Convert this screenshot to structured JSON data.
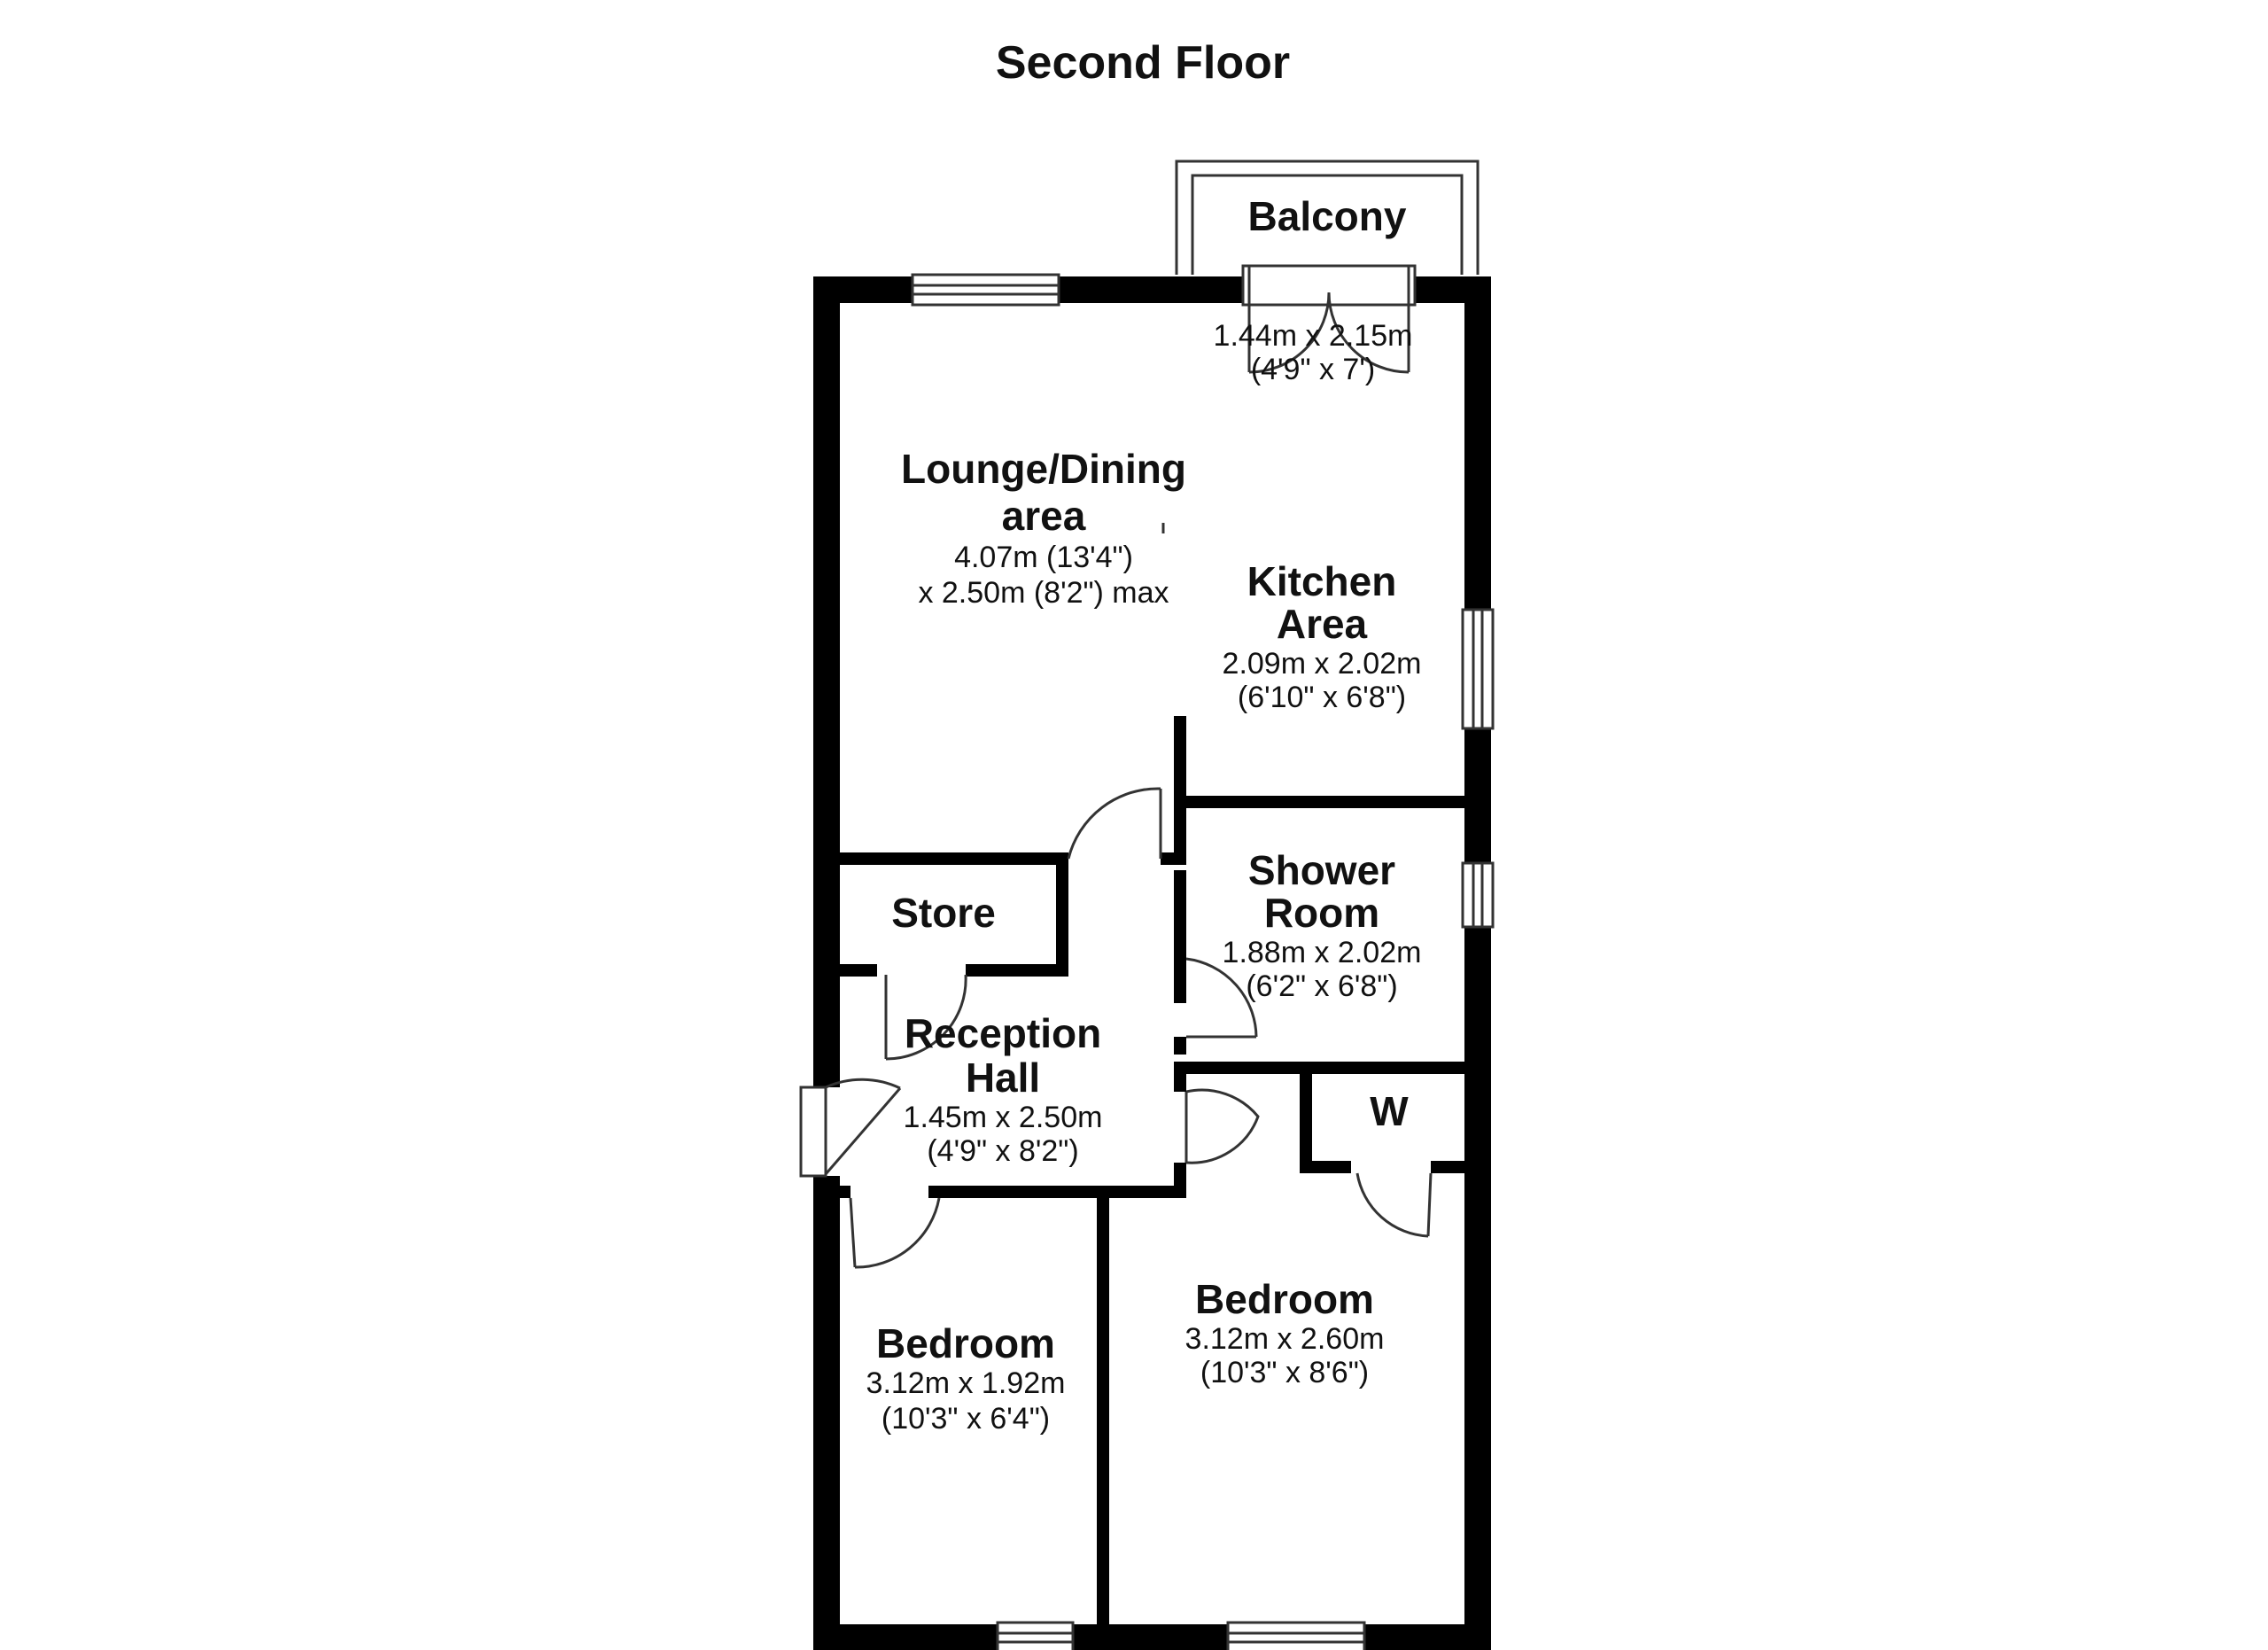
{
  "floor_title": "Second Floor",
  "colors": {
    "wall": "#000000",
    "background": "#ffffff",
    "fixture_line": "#333333"
  },
  "rooms": {
    "balcony": {
      "name": "Balcony",
      "dim_1": "1.44m x 2.15m",
      "dim_2": "(4'9\" x 7')"
    },
    "lounge": {
      "name_1": "Lounge/Dining",
      "name_2": "area",
      "dim_1": "4.07m (13'4\")",
      "dim_2": "x 2.50m (8'2\") max"
    },
    "kitchen": {
      "name_1": "Kitchen",
      "name_2": "Area",
      "dim_1": "2.09m x 2.02m",
      "dim_2": "(6'10\" x 6'8\")"
    },
    "shower": {
      "name_1": "Shower",
      "name_2": "Room",
      "dim_1": "1.88m x 2.02m",
      "dim_2": "(6'2\" x 6'8\")"
    },
    "store": {
      "name": "Store"
    },
    "reception": {
      "name_1": "Reception",
      "name_2": "Hall",
      "dim_1": "1.45m x 2.50m",
      "dim_2": "(4'9\" x 8'2\")"
    },
    "wardrobe": {
      "name": "W"
    },
    "bedroom_left": {
      "name": "Bedroom",
      "dim_1": "3.12m x 1.92m",
      "dim_2": "(10'3\" x 6'4\")"
    },
    "bedroom_right": {
      "name": "Bedroom",
      "dim_1": "3.12m x 2.60m",
      "dim_2": "(10'3\" x 8'6\")"
    }
  }
}
